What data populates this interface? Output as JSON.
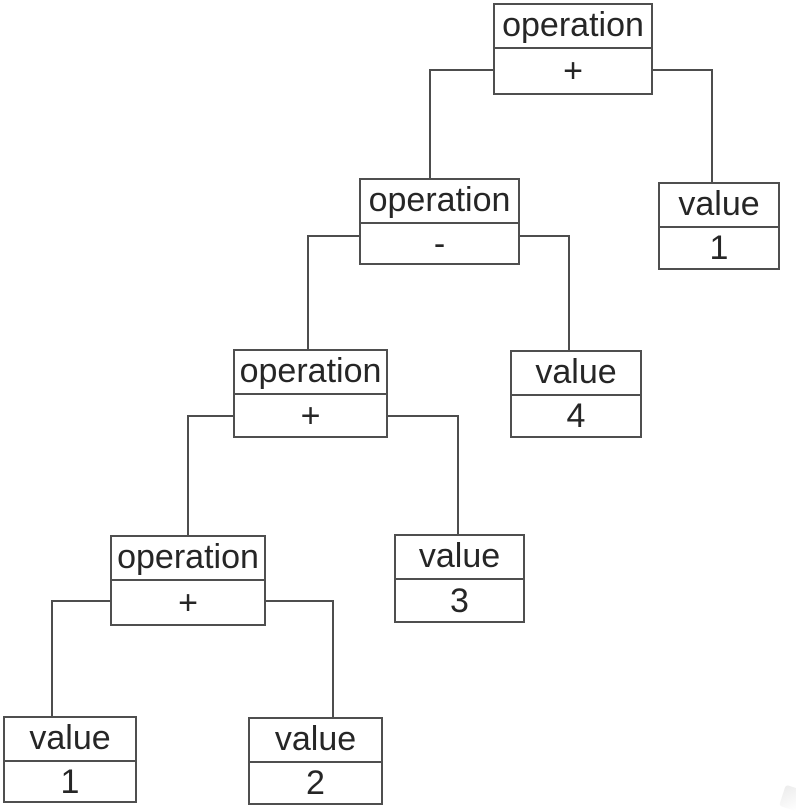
{
  "diagram": {
    "type": "expression-tree",
    "nodes": [
      {
        "id": "root",
        "kind": "operation",
        "label": "operation",
        "value": "+"
      },
      {
        "id": "minus",
        "kind": "operation",
        "label": "operation",
        "value": "-"
      },
      {
        "id": "value-1-top",
        "kind": "value",
        "label": "value",
        "value": "1"
      },
      {
        "id": "plus-mid",
        "kind": "operation",
        "label": "operation",
        "value": "+"
      },
      {
        "id": "value-4",
        "kind": "value",
        "label": "value",
        "value": "4"
      },
      {
        "id": "plus-low",
        "kind": "operation",
        "label": "operation",
        "value": "+"
      },
      {
        "id": "value-3",
        "kind": "value",
        "label": "value",
        "value": "3"
      },
      {
        "id": "value-1-bottom",
        "kind": "value",
        "label": "value",
        "value": "1"
      },
      {
        "id": "value-2",
        "kind": "value",
        "label": "value",
        "value": "2"
      }
    ],
    "edges": [
      {
        "from": "root",
        "to": "minus",
        "side": "left"
      },
      {
        "from": "root",
        "to": "value-1-top",
        "side": "right"
      },
      {
        "from": "minus",
        "to": "plus-mid",
        "side": "left"
      },
      {
        "from": "minus",
        "to": "value-4",
        "side": "right"
      },
      {
        "from": "plus-mid",
        "to": "plus-low",
        "side": "left"
      },
      {
        "from": "plus-mid",
        "to": "value-3",
        "side": "right"
      },
      {
        "from": "plus-low",
        "to": "value-1-bottom",
        "side": "left"
      },
      {
        "from": "plus-low",
        "to": "value-2",
        "side": "right"
      }
    ],
    "colors": {
      "border": "#4f4f4f",
      "line": "#4d4d4d",
      "text": "#262626",
      "background": "#ffffff"
    }
  }
}
